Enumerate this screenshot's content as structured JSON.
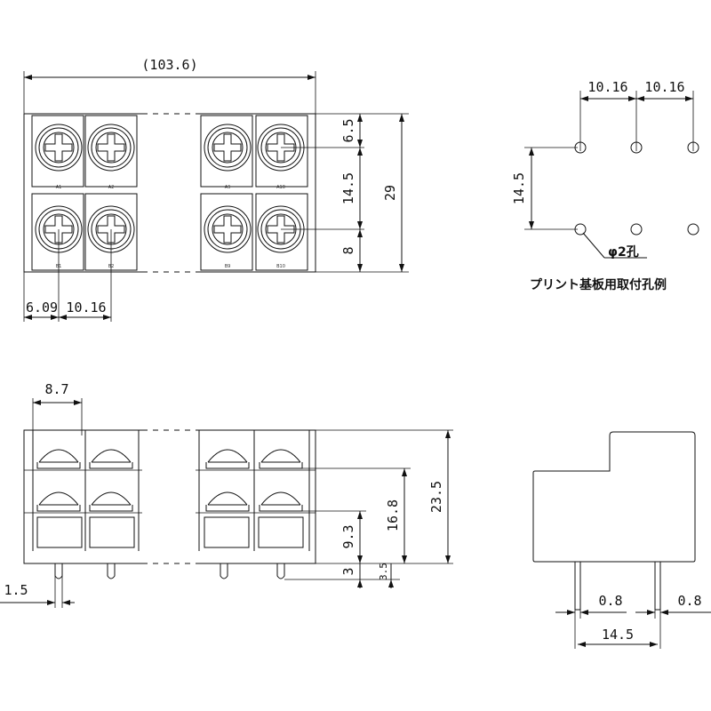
{
  "top_view": {
    "overall_width": "(103.6)",
    "dim_pitch_left": "6.09",
    "dim_pitch": "10.16",
    "dim_top_row": "6.5",
    "dim_row_spacing": "14.5",
    "dim_bottom_row": "8",
    "dim_depth": "29",
    "labels_row1": [
      "A1",
      "A2",
      "A9",
      "A10"
    ],
    "labels_row2": [
      "B1",
      "B2",
      "B9",
      "B10"
    ]
  },
  "pcb_layout": {
    "dim_pitch_1": "10.16",
    "dim_pitch_2": "10.16",
    "dim_row_spacing": "14.5",
    "hole_label": "φ2孔",
    "caption": "プリント基板用取付孔例"
  },
  "front_view": {
    "dim_module_width": "8.7",
    "dim_left_offset": "1.5",
    "dim_lower_screw": "9.3",
    "dim_upper_screw": "16.8",
    "dim_height": "23.5",
    "dim_pin_length": "3",
    "dim_pin_total": "3.5"
  },
  "side_view": {
    "dim_pin_width_left": "0.8",
    "dim_pin_width_right": "0.8",
    "dim_pin_spacing": "14.5"
  }
}
